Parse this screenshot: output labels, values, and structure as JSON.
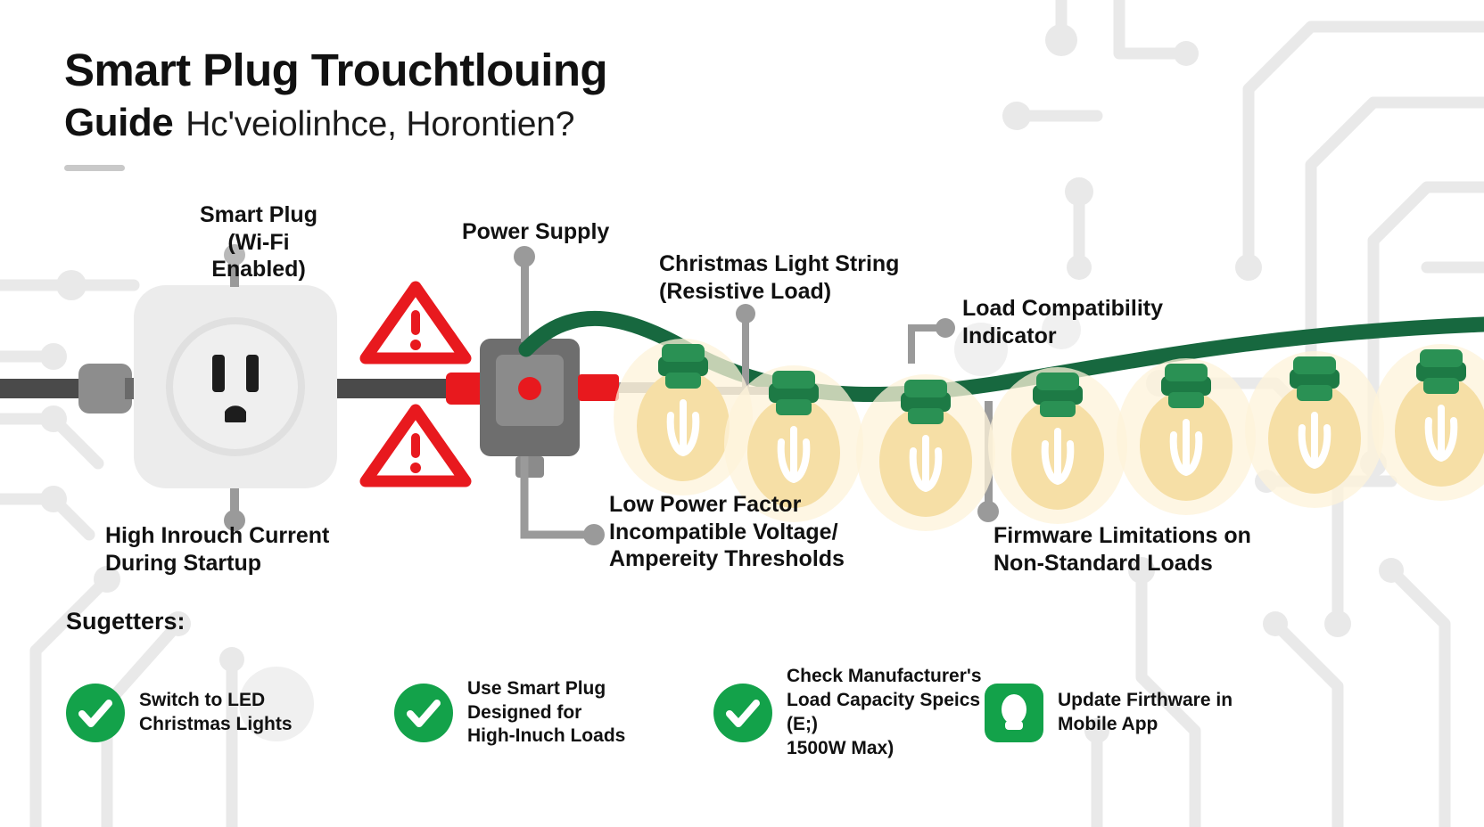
{
  "header": {
    "title_line1": "Smart Plug Trouchtlouing",
    "title_guide": "Guide",
    "title_subtitle": "Hc'veiolinhce, Horontien?"
  },
  "labels": {
    "smart_plug": "Smart Plug\n(Wi-Fi Enabled)",
    "inrush_current": "High Inrouch Current\nDuring Startup",
    "power_supply": "Power Supply",
    "light_string": "Christmas Light String\n(Resistive Load)",
    "load_compatibility": "Load Compatibility\nIndicator",
    "low_power_factor": "Low Power Factor\nIncompatible Voltage/\nAmpereity Thresholds",
    "firmware_limits": "Firmware Limitations on\nNon-Standard Loads"
  },
  "suggestions": {
    "heading": "Sugetters:",
    "items": [
      {
        "icon": "check-circle-icon",
        "text": "Switch to LED\nChristmas Lights"
      },
      {
        "icon": "check-circle-icon",
        "text": "Use Smart Plug\nDesigned for\nHigh-Inuch Loads"
      },
      {
        "icon": "check-circle-icon",
        "text": "Check Manufacturer's\nLoad Capacity Speics (E;)\n1500W Max)"
      },
      {
        "icon": "mobile-app-icon",
        "text": "Update Firthware in\nMobile App"
      }
    ]
  },
  "colors": {
    "accent_green": "#13a24a",
    "cord_green": "#17683f",
    "warning_red": "#e8191e",
    "bulb_amber": "#f6dfa6",
    "plug_body": "#ececec",
    "cord_gray": "#5c5c5c",
    "text_dark": "#111111",
    "background": "#ffffff"
  },
  "icons": {
    "warning_triangle_top": "warning-triangle-icon",
    "warning_triangle_bottom": "warning-triangle-icon",
    "outlet": "power-outlet-icon",
    "power_supply_box": "power-supply-box-icon",
    "bulb": "light-bulb-icon"
  }
}
